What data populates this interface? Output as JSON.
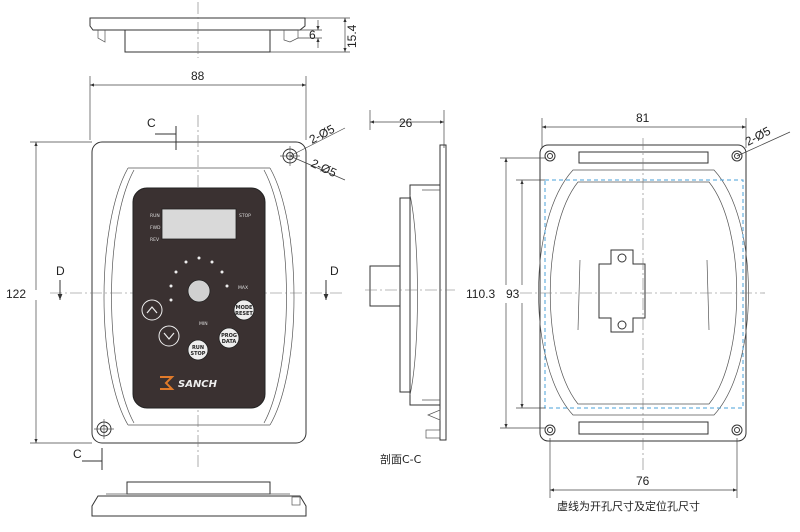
{
  "top_view": {
    "dim_offset": "6",
    "dim_height": "15.4"
  },
  "front_view": {
    "dim_width": "88",
    "dim_height": "122",
    "hole_label_1": "2-Ø5",
    "hole_label_2": "2-Ø5",
    "section_marker": "C",
    "side_marker": "D",
    "panel": {
      "indicators": [
        "RUN",
        "FWD",
        "REV"
      ],
      "stop_indicator": "STOP",
      "max_label": "MAX",
      "min_label": "MIN",
      "mode_key": [
        "MODE",
        "RESET"
      ],
      "prog_key": [
        "PROG",
        "DATA"
      ],
      "run_key": [
        "RUN",
        "STOP"
      ],
      "brand": "SANCH"
    }
  },
  "section_view": {
    "dim_depth": "26",
    "caption": "剖面C-C"
  },
  "cutout_view": {
    "dim_width": "81",
    "dim_height": "110.3",
    "dim_cut_height": "93",
    "dim_bottom": "76",
    "hole_label": "2-Ø5",
    "caption": "虚线为开孔尺寸及定位孔尺寸"
  },
  "colors": {
    "line": "#333333",
    "panel": "#3a3131",
    "cutout_dashed": "#4aa0d8",
    "run_key_green": "#1f8f3a",
    "stop_red": "#c0302a"
  }
}
